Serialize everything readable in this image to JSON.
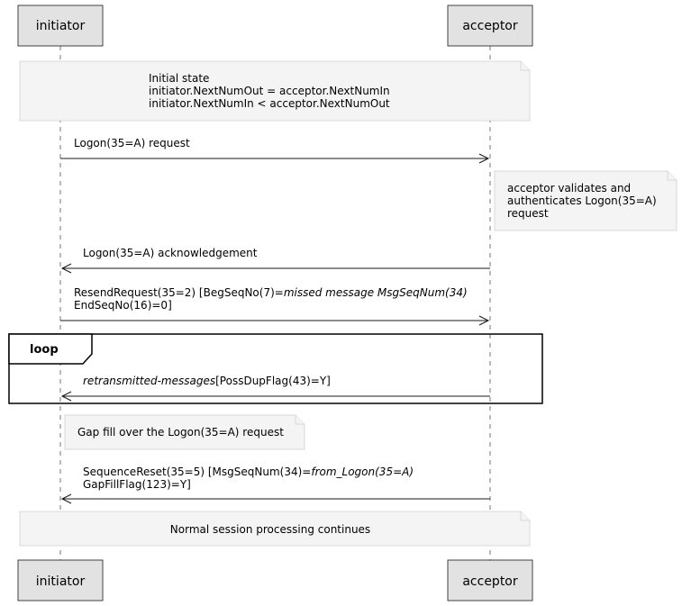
{
  "participants": {
    "initiator": "initiator",
    "acceptor": "acceptor"
  },
  "notes": {
    "initial_state": {
      "line1": "Initial state",
      "line2": "initiator.NextNumOut = acceptor.NextNumIn",
      "line3": "initiator.NextNumIn < acceptor.NextNumOut"
    },
    "acceptor_validates": {
      "line1": "acceptor validates and",
      "line2": "authenticates Logon(35=A)",
      "line3": "request"
    },
    "gap_fill": {
      "line1": "Gap fill over the Logon(35=A) request"
    },
    "normal_processing": {
      "line1": "Normal session processing continues"
    }
  },
  "messages": {
    "logon_request": "Logon(35=A) request",
    "logon_ack": "Logon(35=A) acknowledgement",
    "resend_request": {
      "part1": "ResendRequest(35=2) [BegSeqNo(7)=",
      "part2_italic": "missed message MsgSeqNum(34)",
      "line2": "EndSeqNo(16)=0]"
    },
    "retransmitted": {
      "part1_italic": "retransmitted-messages",
      "part2": "[PossDupFlag(43)=Y]"
    },
    "sequence_reset": {
      "part1": "SequenceReset(35=5) [MsgSeqNum(34)=",
      "part2_italic": "from_Logon(35=A)",
      "line2": "GapFillFlag(123)=Y]"
    }
  },
  "loop": {
    "label": "loop"
  }
}
